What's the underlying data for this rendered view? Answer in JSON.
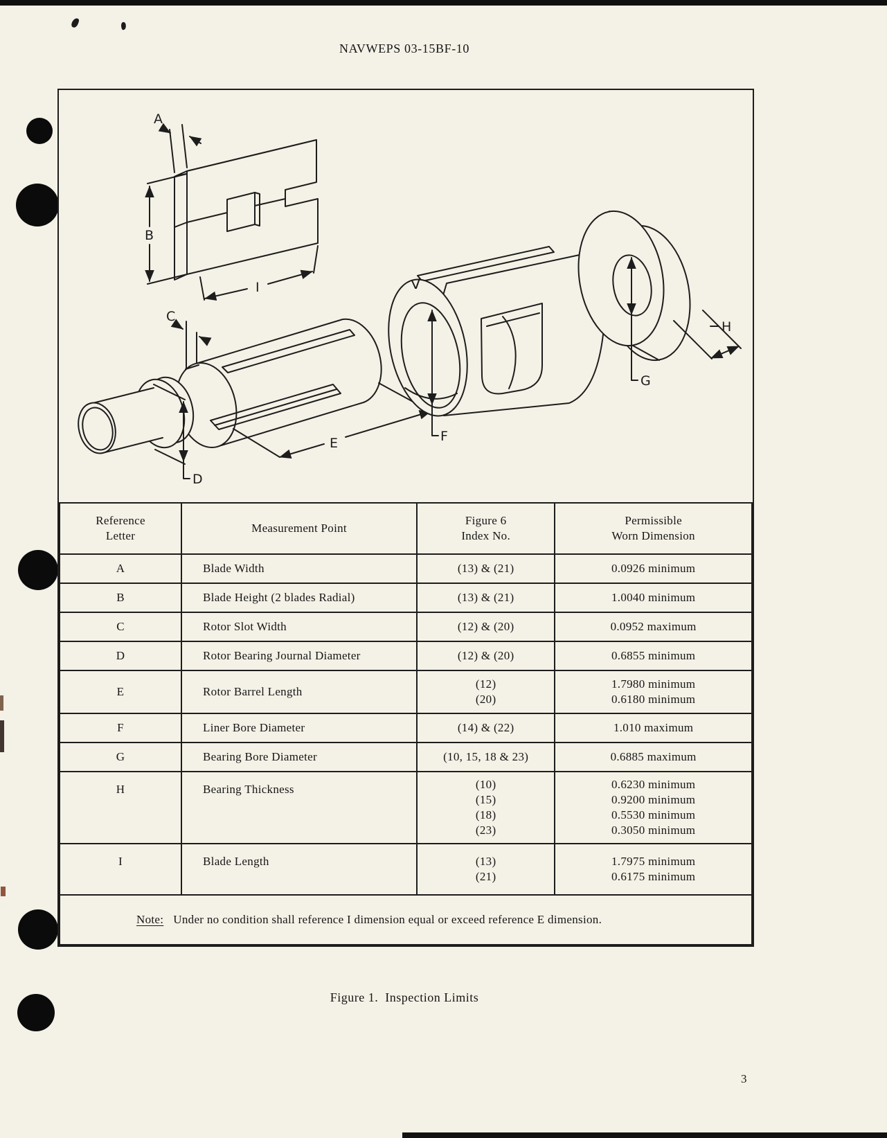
{
  "page": {
    "header": "NAVWEPS 03-15BF-10",
    "figure_caption": "Figure 1.  Inspection Limits",
    "page_number": "3"
  },
  "diagram": {
    "labels": {
      "a": "A",
      "b": "B",
      "i": "I",
      "c": "C",
      "d": "D",
      "e": "E",
      "f": "F",
      "g": "G",
      "h": "H"
    }
  },
  "table": {
    "headers": {
      "ref": "Reference\nLetter",
      "point": "Measurement Point",
      "index": "Figure 6\nIndex No.",
      "dim": "Permissible\nWorn Dimension"
    },
    "rows": [
      {
        "ref": "A",
        "point": "Blade Width",
        "index": "(13) & (21)",
        "dim": "0.0926 minimum"
      },
      {
        "ref": "B",
        "point": "Blade Height (2 blades Radial)",
        "index": "(13) & (21)",
        "dim": "1.0040 minimum"
      },
      {
        "ref": "C",
        "point": "Rotor Slot Width",
        "index": "(12) & (20)",
        "dim": "0.0952 maximum"
      },
      {
        "ref": "D",
        "point": "Rotor Bearing Journal Diameter",
        "index": "(12) & (20)",
        "dim": "0.6855 minimum"
      },
      {
        "ref": "E",
        "point": "Rotor Barrel Length",
        "index": "(12)\n(20)",
        "dim": "1.7980 minimum\n0.6180 minimum"
      },
      {
        "ref": "F",
        "point": "Liner Bore Diameter",
        "index": "(14) & (22)",
        "dim": "1.010 maximum"
      },
      {
        "ref": "G",
        "point": "Bearing Bore Diameter",
        "index": "(10, 15, 18 & 23)",
        "dim": "0.6885 maximum"
      },
      {
        "ref": "H",
        "point": "Bearing Thickness",
        "index": "(10)\n(15)\n(18)\n(23)",
        "dim": "0.6230 minimum\n0.9200 minimum\n0.5530 minimum\n0.3050 minimum"
      },
      {
        "ref": "I",
        "point": "Blade Length",
        "index": "(13)\n(21)",
        "dim": "1.7975 minimum\n0.6175 minimum"
      }
    ],
    "note_label": "Note:",
    "note_text": "Under no condition shall reference I dimension equal or exceed reference E dimension."
  }
}
